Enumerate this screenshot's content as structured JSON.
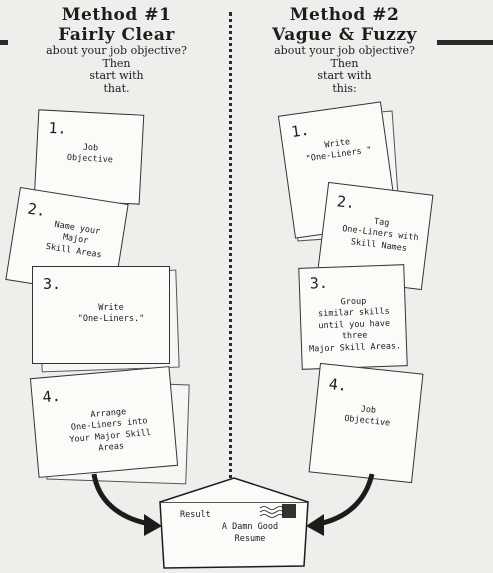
{
  "method1": {
    "title": "Method #1",
    "subtitle": "Fairly Clear",
    "question": "about your job objective?",
    "then1": "Then",
    "then2": "start with",
    "then3": "that.",
    "cards": [
      {
        "num": "1.",
        "text": "Job\nObjective"
      },
      {
        "num": "2.",
        "text": "Name your\nMajor\nSkill Areas"
      },
      {
        "num": "3.",
        "text": "Write\n\"One-Liners.\""
      },
      {
        "num": "4.",
        "text": "Arrange\nOne-Liners into\nYour Major Skill\nAreas"
      }
    ]
  },
  "method2": {
    "title": "Method #2",
    "subtitle": "Vague & Fuzzy",
    "question": "about your job objective?",
    "then1": "Then",
    "then2": "start with",
    "then3": "this:",
    "cards": [
      {
        "num": "1.",
        "text": "Write\n\"One-Liners \""
      },
      {
        "num": "2.",
        "text": "Tag\nOne-Liners with\nSkill Names"
      },
      {
        "num": "3.",
        "text": "Group\nsimilar skills\nuntil you have\nthree\nMajor Skill Areas."
      },
      {
        "num": "4.",
        "text": "Job\nObjective"
      }
    ]
  },
  "result": {
    "line1": "Result",
    "line2": "A Damn Good",
    "line3": "Resume"
  }
}
